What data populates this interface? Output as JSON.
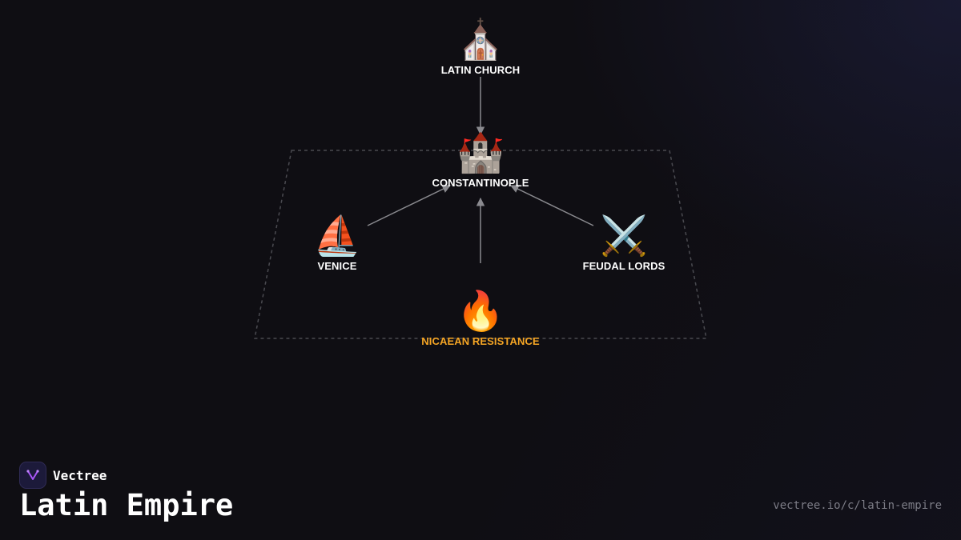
{
  "nodes": {
    "latin_church": {
      "label": "LATIN CHURCH",
      "icon": "⛪",
      "icon_name": "church-icon"
    },
    "constantinople": {
      "label": "CONSTANTINOPLE",
      "icon": "🏰",
      "icon_name": "castle-icon"
    },
    "venice": {
      "label": "VENICE",
      "icon": "⛵",
      "icon_name": "sailboat-icon"
    },
    "feudal_lords": {
      "label": "FEUDAL LORDS",
      "icon": "⚔️",
      "icon_name": "crossed-swords-icon"
    },
    "nicaean_resistance": {
      "label": "NICAEAN RESISTANCE",
      "icon": "🔥",
      "icon_name": "fire-icon"
    }
  },
  "edges": [
    {
      "from": "latin_church",
      "to": "constantinople"
    },
    {
      "from": "venice",
      "to": "constantinople"
    },
    {
      "from": "feudal_lords",
      "to": "constantinople"
    },
    {
      "from": "nicaean_resistance",
      "to": "constantinople"
    }
  ],
  "group": {
    "members": [
      "constantinople",
      "venice",
      "feudal_lords",
      "nicaean_resistance"
    ],
    "style": "dashed"
  },
  "colors": {
    "background": "#0f0e13",
    "node_label": "#ffffff",
    "accent_label": "#f5a524",
    "edge": "#8a8a8f",
    "group_border": "#4a4a50",
    "brand_purple": "#a855f7"
  },
  "brand": {
    "name": "Vectree",
    "logo_icon": "vectree-logo-icon"
  },
  "title": "Latin Empire",
  "url": "vectree.io/c/latin-empire"
}
